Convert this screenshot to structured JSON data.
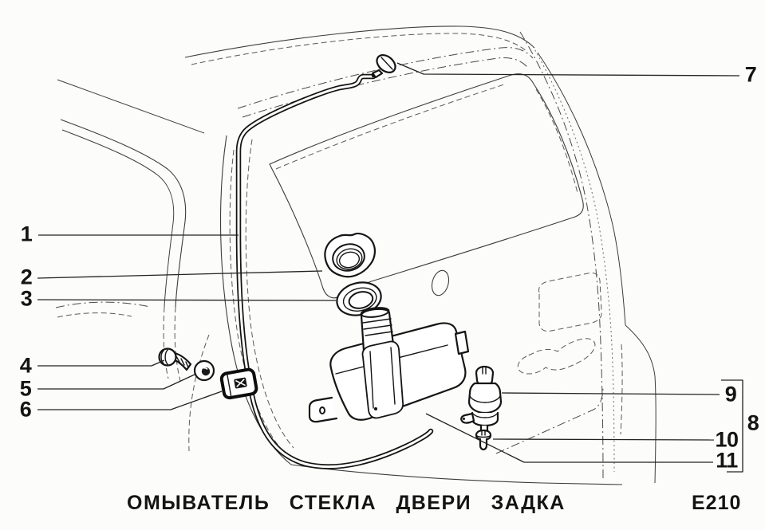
{
  "figure": {
    "caption": "ОМЫВАТЕЛЬ СТЕКЛА ДВЕРИ ЗАДКА",
    "code": "E210"
  },
  "callouts": [
    {
      "label": "1"
    },
    {
      "label": "2"
    },
    {
      "label": "3"
    },
    {
      "label": "4"
    },
    {
      "label": "5"
    },
    {
      "label": "6"
    },
    {
      "label": "7"
    },
    {
      "label": "8"
    },
    {
      "label": "9"
    },
    {
      "label": "10"
    },
    {
      "label": "11"
    }
  ]
}
